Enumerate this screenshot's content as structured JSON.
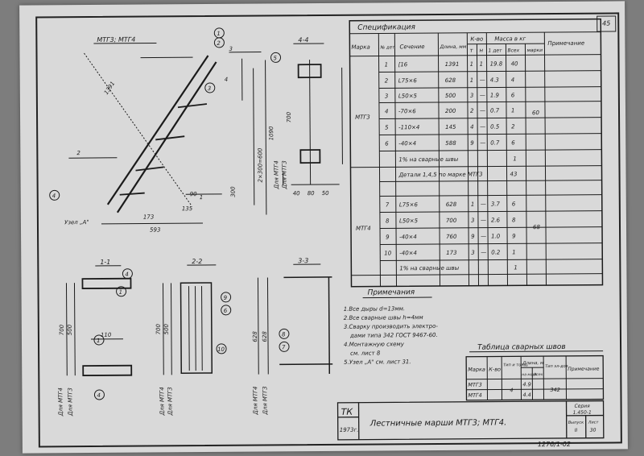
{
  "sheet_number": "45",
  "drawing_number": "1276/1-02",
  "views": {
    "main": "МТГ3; МТГ4",
    "v44": "4-4",
    "v11": "1-1",
    "v22": "2-2",
    "v33": "3-3",
    "node_label": "Узел „А\""
  },
  "spec": {
    "title": "Спецификация",
    "headers": {
      "mark": "Марка",
      "num": "№ дет",
      "section": "Сечение",
      "length": "Длина, мм",
      "qty": "К-во",
      "qty_t": "т",
      "qty_n": "н",
      "mass": "Масса в кг",
      "mass_one": "1 дет",
      "mass_all": "Всех",
      "mass_mark": "марки",
      "note": "Примечание"
    },
    "mtg3": {
      "mark": "МТГ3",
      "rows": [
        {
          "n": "1",
          "sec": "[16",
          "len": "1391",
          "t": "1",
          "h": "1",
          "one": "19.8",
          "all": "40"
        },
        {
          "n": "2",
          "sec": "L75×6",
          "len": "628",
          "t": "1",
          "h": "—",
          "one": "4.3",
          "all": "4"
        },
        {
          "n": "3",
          "sec": "L50×5",
          "len": "500",
          "t": "3",
          "h": "—",
          "one": "1.9",
          "all": "6"
        },
        {
          "n": "4",
          "sec": "-70×6",
          "len": "200",
          "t": "2",
          "h": "—",
          "one": "0.7",
          "all": "1"
        },
        {
          "n": "5",
          "sec": "-110×4",
          "len": "145",
          "t": "4",
          "h": "—",
          "one": "0.5",
          "all": "2"
        },
        {
          "n": "6",
          "sec": "-40×4",
          "len": "588",
          "t": "9",
          "h": "—",
          "one": "0.7",
          "all": "6"
        }
      ],
      "weld": "1% на сварные швы",
      "weld_val": "1",
      "total": "60"
    },
    "mtg4": {
      "mark": "МТГ4",
      "details_note": "Детали 1,4,5 по марке МТГ3",
      "details_val": "43",
      "rows": [
        {
          "n": "7",
          "sec": "L75×6",
          "len": "628",
          "t": "1",
          "h": "—",
          "one": "3.7",
          "all": "6"
        },
        {
          "n": "8",
          "sec": "L50×5",
          "len": "700",
          "t": "3",
          "h": "—",
          "one": "2.6",
          "all": "8"
        },
        {
          "n": "9",
          "sec": "-40×4",
          "len": "760",
          "t": "9",
          "h": "—",
          "one": "1.0",
          "all": "9"
        },
        {
          "n": "10",
          "sec": "-40×4",
          "len": "173",
          "t": "3",
          "h": "—",
          "one": "0.2",
          "all": "1"
        }
      ],
      "weld": "1% на сварные швы",
      "weld_val": "1",
      "total": "68"
    }
  },
  "notes": {
    "title": "Примечания",
    "items": [
      "1.Все дыры d=13мм.",
      "2.Все сварные швы h=4мм",
      "3.Сварку производить электро-",
      "дами типа 342 ГОСТ 9467-60.",
      "4.Монтажную схему",
      "см. лист 8",
      "5.Узел „А\" см. лист 31."
    ]
  },
  "welds": {
    "title": "Таблица сварных швов",
    "headers": {
      "mark": "Марка",
      "qty": "К-во",
      "type": "Тип и толщ.",
      "length": "Длина, м",
      "per": "на марк",
      "all": "Всех",
      "el": "Тип эл-дов",
      "note": "Примечание"
    },
    "rows": [
      {
        "mark": "МТГ3",
        "len": "4.9"
      },
      {
        "mark": "МТГ4",
        "len": "4.4"
      }
    ],
    "type_val": "4",
    "el_val": "342"
  },
  "title_block": {
    "org": "ТК",
    "year": "1973г.",
    "title": "Лестничные марши МТГ3; МТГ4.",
    "series_label": "Серия",
    "series_val": "1.450-1",
    "issue_label": "Выпуск",
    "issue_val": "II",
    "sheet_label": "Лист",
    "sheet_val": "30"
  },
  "dims": {
    "d_1391": "1391",
    "d_593": "593",
    "d_300": "300",
    "d_1090": "1090",
    "d_700": "700",
    "d_628": "628",
    "d_500": "500",
    "d_110": "110",
    "d_40": "40",
    "d_80": "80",
    "d_50": "50",
    "d_173": "173",
    "d_135": "135",
    "d_2300": "2×300=600",
    "d_90": "90",
    "for_mtg4": "Для МТГ4",
    "for_mtg3": "Для МТГ3",
    "sec_11": "1",
    "sec_22": "2",
    "sec_33": "3",
    "sec_44": "4"
  },
  "callouts": [
    "1",
    "2",
    "3",
    "4",
    "5",
    "6",
    "7",
    "8",
    "9",
    "10"
  ]
}
